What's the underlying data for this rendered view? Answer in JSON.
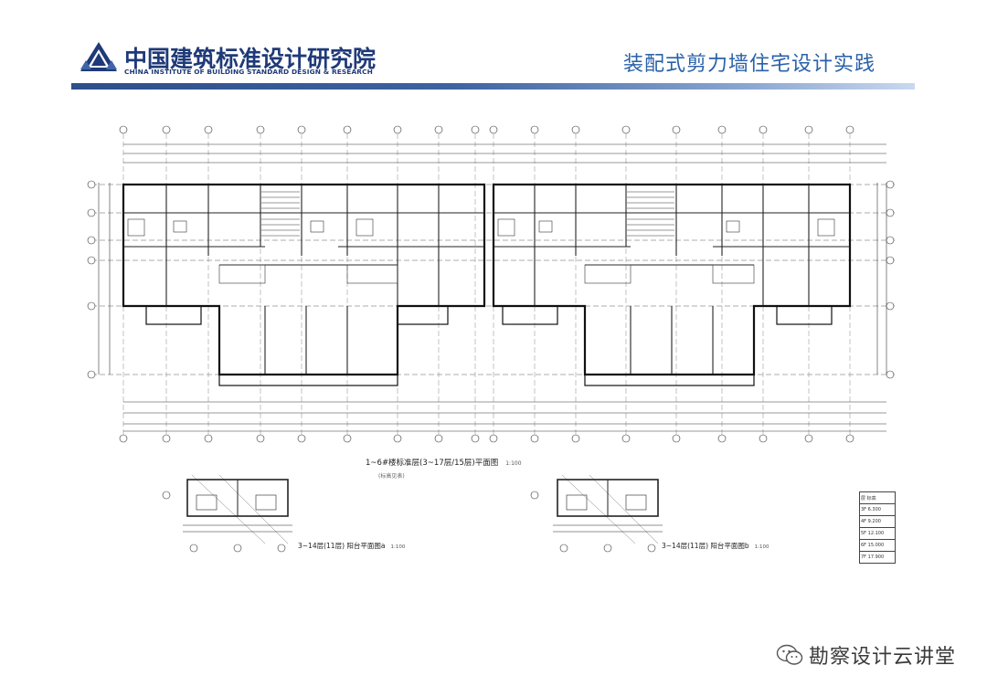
{
  "header": {
    "logo_cn": "中国建筑标准设计研究院",
    "logo_en": "CHINA INSTITUTE OF BUILDING STANDARD DESIGN & RESEARCH",
    "slide_title": "装配式剪力墙住宅设计实践"
  },
  "drawing": {
    "main_caption": "1~6#楼标准层(3~17层/15层)平面图",
    "main_scale": "1:100",
    "sub_caption": "(标高见表)",
    "balcony_a_caption": "3~14层(11层) 阳台平面图a",
    "balcony_a_scale": "1:100",
    "balcony_b_caption": "3~14层(11层) 阳台平面图b",
    "balcony_b_scale": "1:100"
  },
  "legend": {
    "rows": [
      "层  标高",
      "3F  6.300",
      "4F  9.200",
      "5F  12.100",
      "6F  15.000",
      "7F  17.900"
    ]
  },
  "watermark": {
    "icon": "wechat-icon",
    "text": "勘察设计云讲堂"
  },
  "colors": {
    "brand": "#1f3a78",
    "title": "#2a61a8",
    "rule": "#2d4f8a"
  }
}
